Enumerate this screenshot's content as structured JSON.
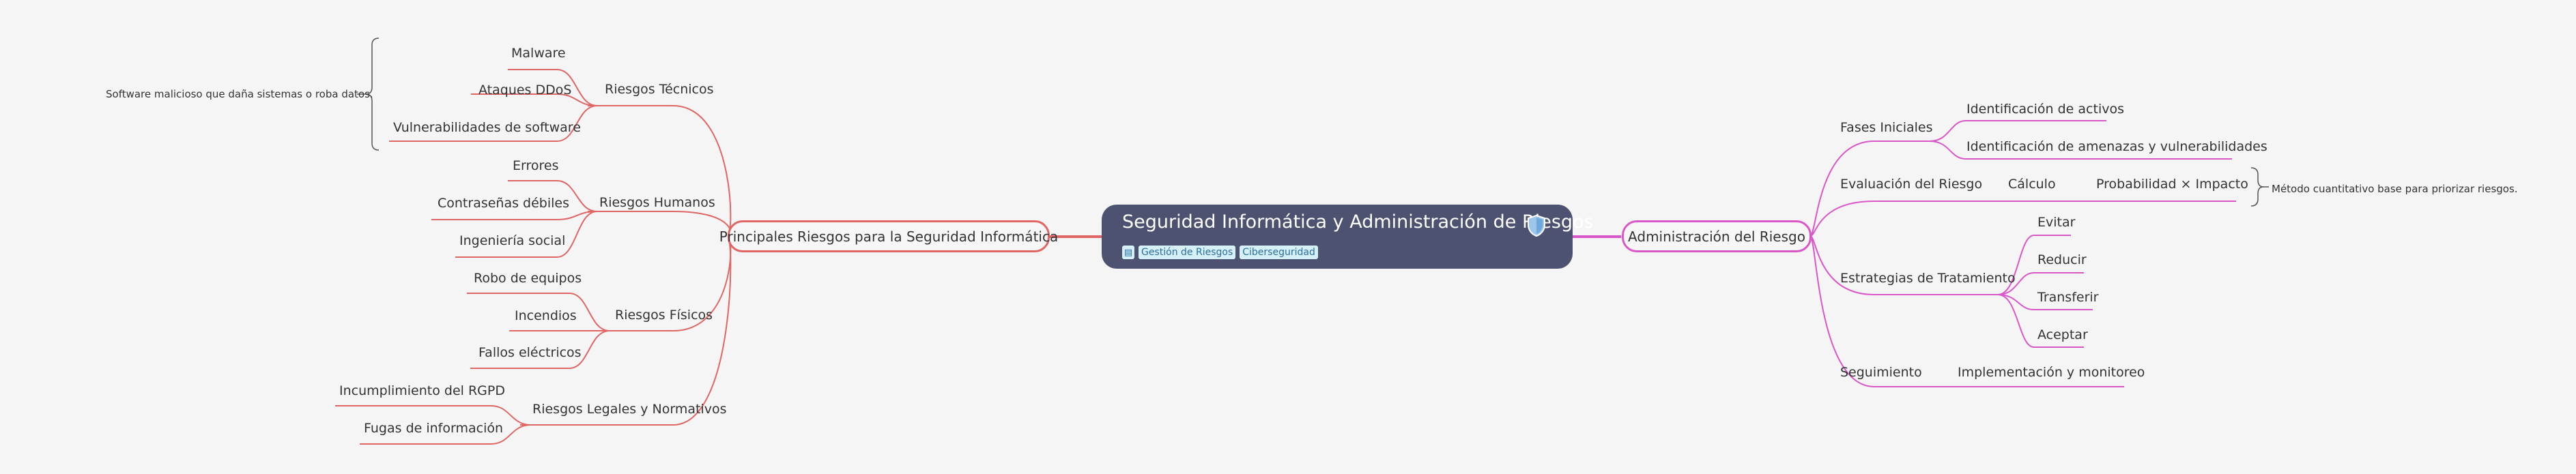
{
  "colors": {
    "background": "#f5f5f5",
    "root_fill": "#4d5270",
    "left_branch": "#e06666",
    "right_branch": "#d957c8",
    "tag_fill": "#d6f0f8",
    "tag_text": "#2c6ea0"
  },
  "root": {
    "title": "Seguridad Informática y Administración de Riesgos",
    "icon": "shield-icon",
    "tag_icon": "book-icon",
    "tags": [
      "Gestión de Riesgos",
      "Ciberseguridad"
    ]
  },
  "left_branch": {
    "label": "Principales Riesgos para la Seguridad Informática",
    "groups": [
      {
        "label": "Riesgos Técnicos",
        "items": [
          "Malware",
          "Ataques DDoS",
          "Vulnerabilidades de software"
        ],
        "note": "Software malicioso que daña sistemas o roba datos."
      },
      {
        "label": "Riesgos Humanos",
        "items": [
          "Errores",
          "Contraseñas débiles",
          "Ingeniería social"
        ]
      },
      {
        "label": "Riesgos Físicos",
        "items": [
          "Robo de equipos",
          "Incendios",
          "Fallos eléctricos"
        ]
      },
      {
        "label": "Riesgos Legales y Normativos",
        "items": [
          "Incumplimiento del RGPD",
          "Fugas de información"
        ]
      }
    ]
  },
  "right_branch": {
    "label": "Administración del Riesgo",
    "groups": [
      {
        "label": "Fases Iniciales",
        "items": [
          "Identificación de activos",
          "Identificación de amenazas y vulnerabilidades"
        ]
      },
      {
        "label": "Evaluación del Riesgo",
        "sub": "Cálculo",
        "items": [
          "Probabilidad × Impacto"
        ],
        "note": "Método cuantitativo base para priorizar riesgos."
      },
      {
        "label": "Estrategias de Tratamiento",
        "items": [
          "Evitar",
          "Reducir",
          "Transferir",
          "Aceptar"
        ]
      },
      {
        "label": "Seguimiento",
        "items": [
          "Implementación y monitoreo"
        ]
      }
    ]
  }
}
